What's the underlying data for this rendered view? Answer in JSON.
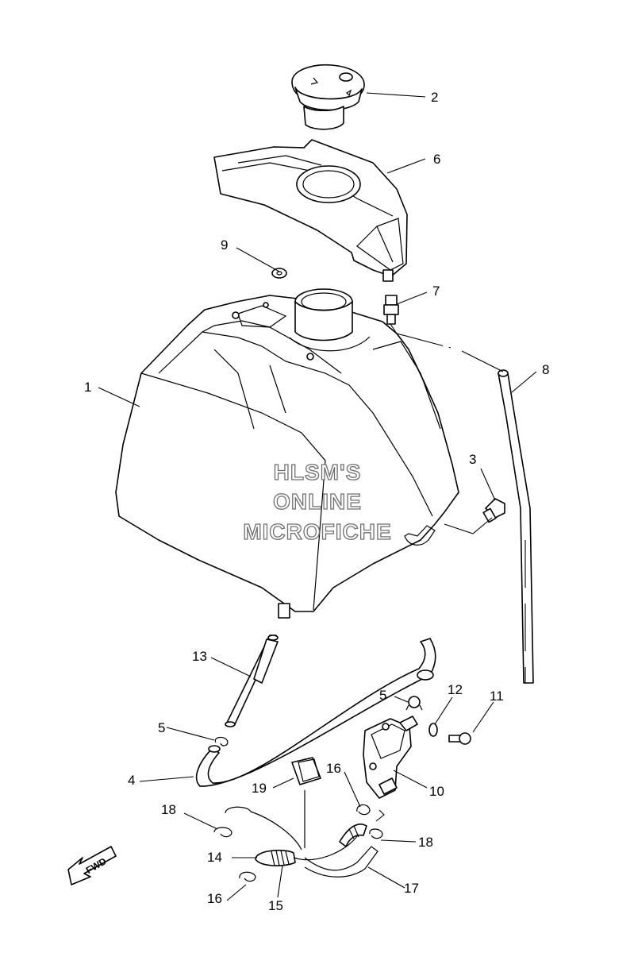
{
  "watermark": [
    "HLSM'S",
    "ONLINE",
    "MICROFICHE"
  ],
  "fwd_label": "FWD",
  "callouts": [
    {
      "id": "c1",
      "text": "1"
    },
    {
      "id": "c2",
      "text": "2"
    },
    {
      "id": "c3",
      "text": "3"
    },
    {
      "id": "c4",
      "text": "4"
    },
    {
      "id": "c5a",
      "text": "5"
    },
    {
      "id": "c5b",
      "text": "5"
    },
    {
      "id": "c6",
      "text": "6"
    },
    {
      "id": "c7",
      "text": "7"
    },
    {
      "id": "c8",
      "text": "8"
    },
    {
      "id": "c9",
      "text": "9"
    },
    {
      "id": "c10",
      "text": "10"
    },
    {
      "id": "c11",
      "text": "11"
    },
    {
      "id": "c12",
      "text": "12"
    },
    {
      "id": "c13",
      "text": "13"
    },
    {
      "id": "c14",
      "text": "14"
    },
    {
      "id": "c15",
      "text": "15"
    },
    {
      "id": "c16a",
      "text": "16"
    },
    {
      "id": "c16b",
      "text": "16"
    },
    {
      "id": "c17",
      "text": "17"
    },
    {
      "id": "c18a",
      "text": "18"
    },
    {
      "id": "c18b",
      "text": "18"
    },
    {
      "id": "c19",
      "text": "19"
    }
  ]
}
